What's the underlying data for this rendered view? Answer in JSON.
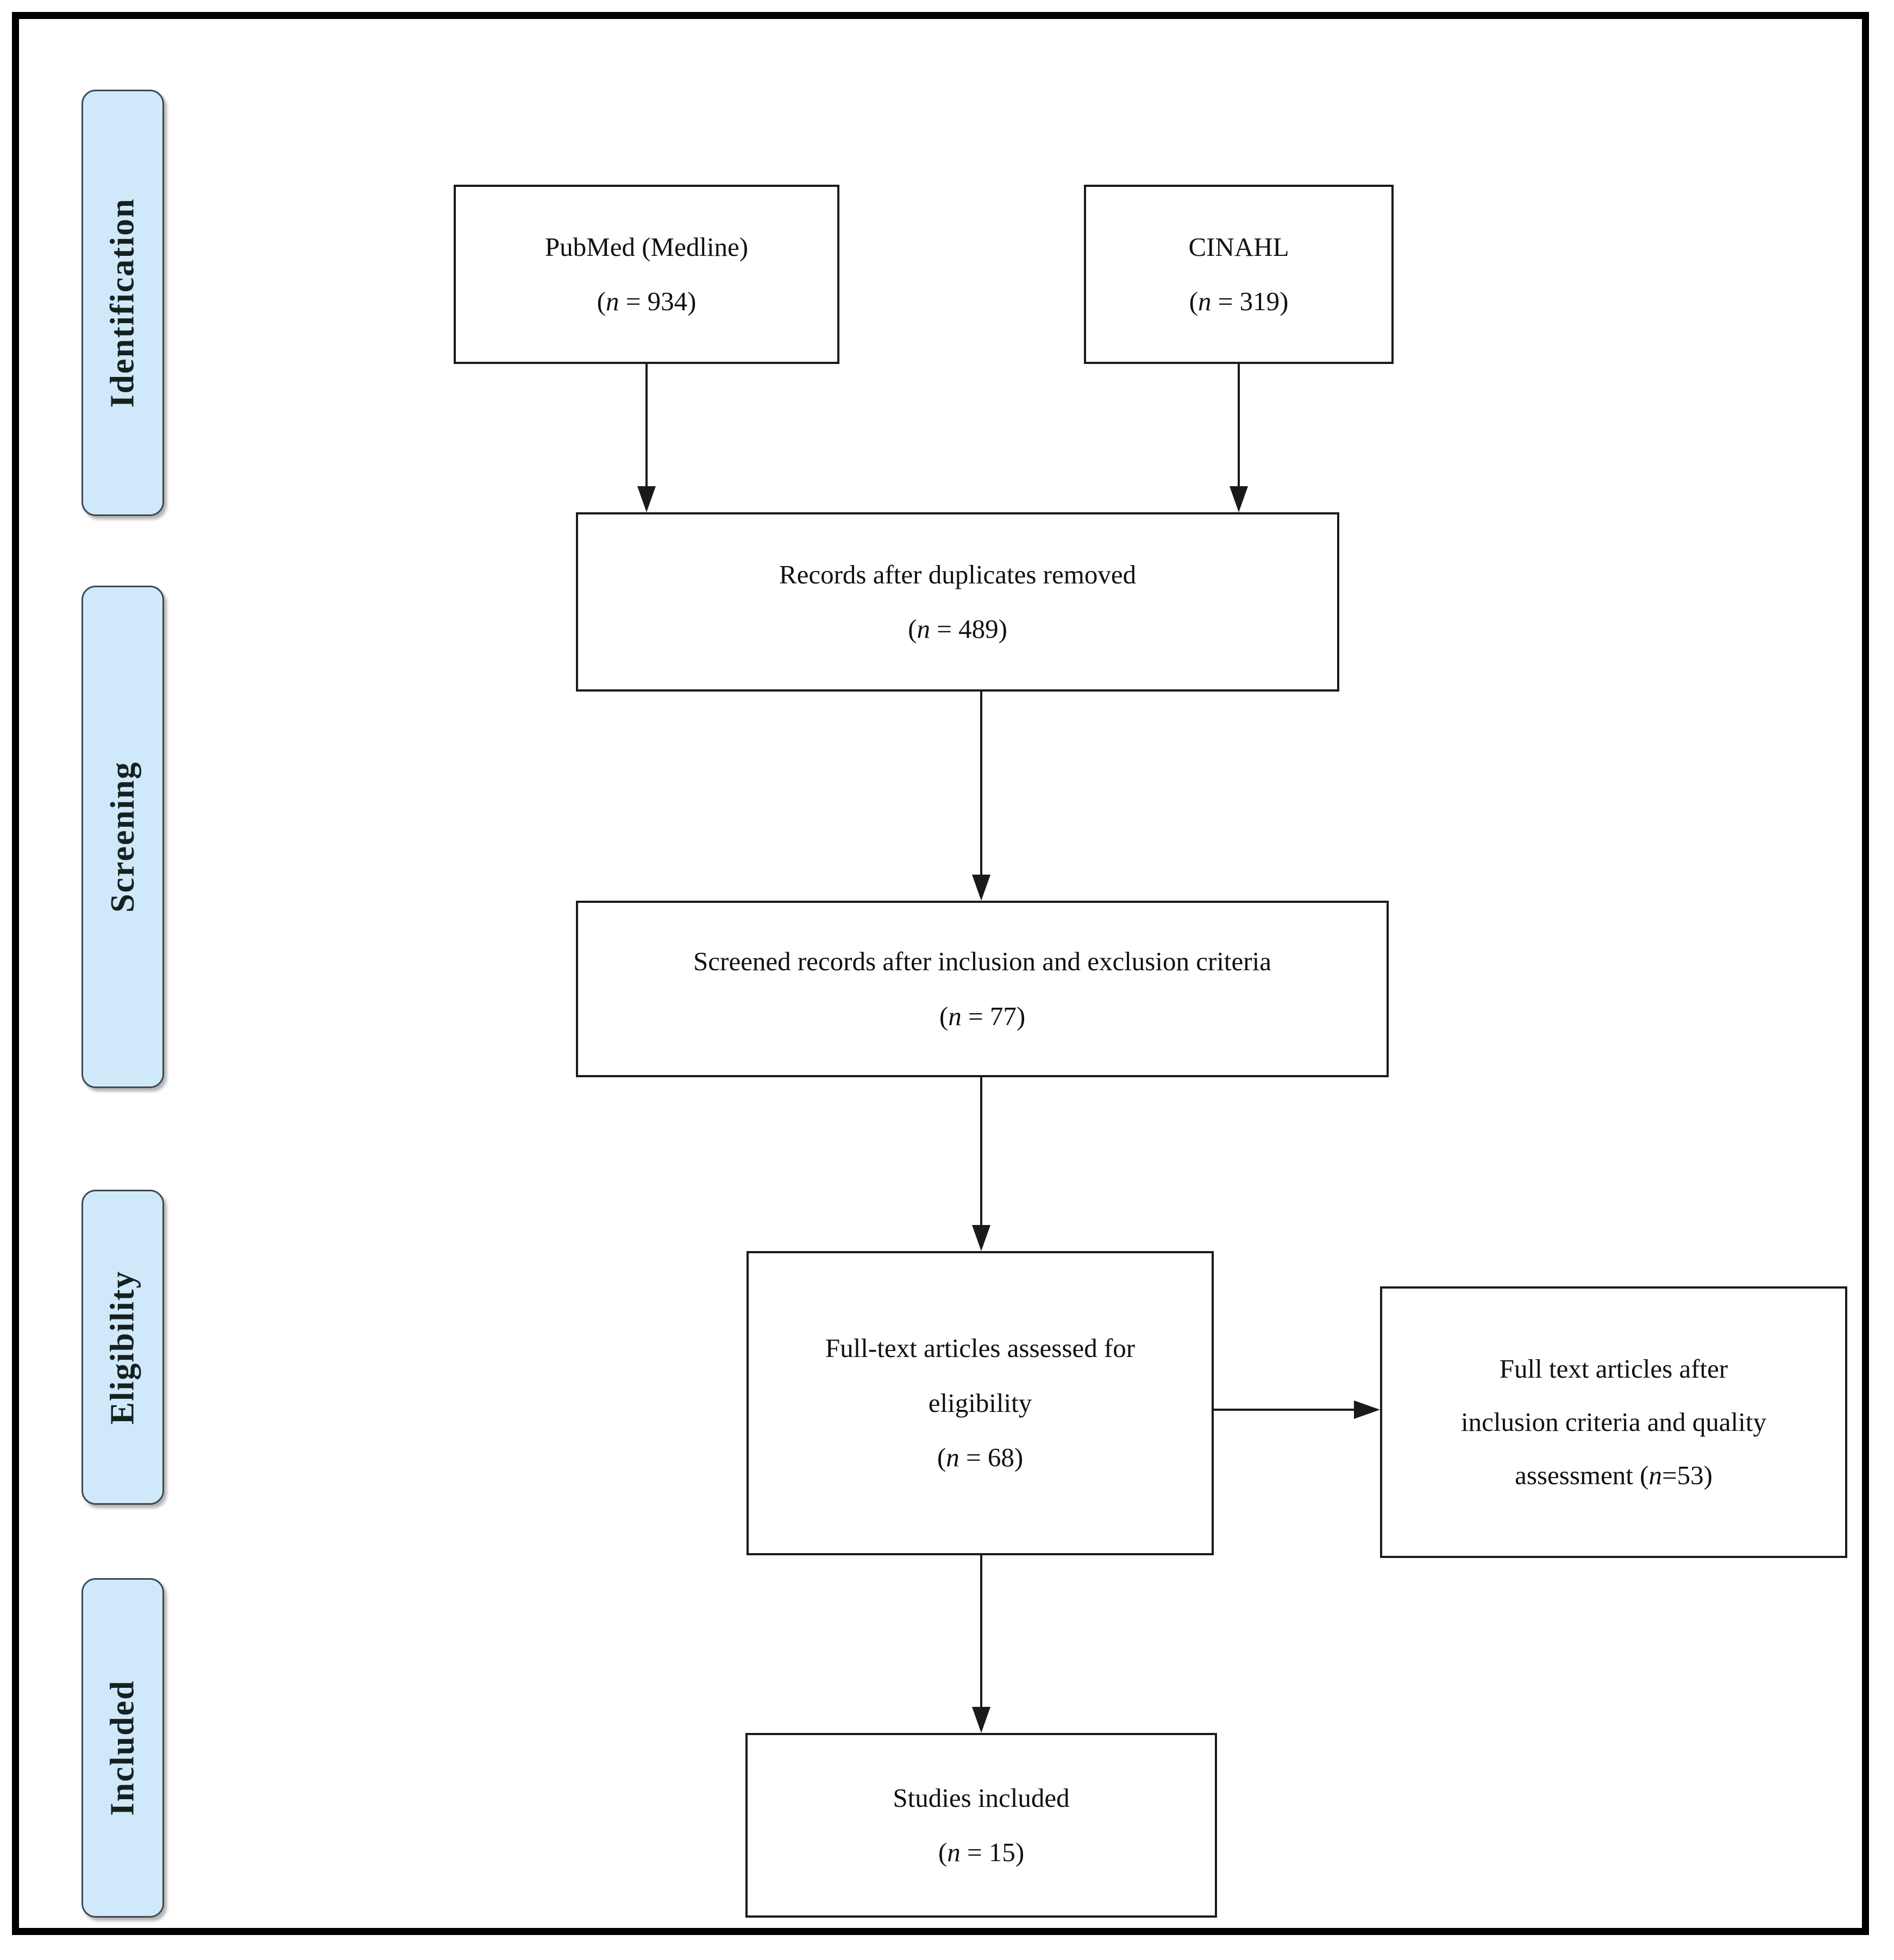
{
  "figure": {
    "type": "prisma-flow-diagram",
    "colors": {
      "stage_fill": "#cfe9fb",
      "stage_border": "#3f4850",
      "box_border": "#1a1a1a",
      "frame": "#000000",
      "text": "#111111"
    }
  },
  "stages": [
    {
      "id": "identification",
      "label": "Identification"
    },
    {
      "id": "screening",
      "label": "Screening"
    },
    {
      "id": "eligibility",
      "label": "Eligibility"
    },
    {
      "id": "included",
      "label": "Included"
    }
  ],
  "boxes": {
    "pubmed": {
      "l1": "PubMed (Medline)",
      "c1": "(",
      "cn": "n",
      "c2": " = 934)",
      "n": 934
    },
    "cinahl": {
      "l1": "CINAHL",
      "c1": "(",
      "cn": "n",
      "c2": " = 319)",
      "n": 319
    },
    "records": {
      "l1": "Records after duplicates removed",
      "c1": "(",
      "cn": "n",
      "c2": " = 489)",
      "n": 489
    },
    "screened": {
      "l1": "Screened records after inclusion and exclusion criteria",
      "c1": "(",
      "cn": "n",
      "c2": " = 77)",
      "n": 77
    },
    "fulltext": {
      "l1": "Full-text articles assessed for",
      "l2": "eligibility",
      "c1": "(",
      "cn": "n",
      "c2": " = 68)",
      "n": 68
    },
    "quality": {
      "l1": "Full text articles after",
      "l2": "inclusion criteria and quality",
      "c1": "assessment (",
      "cn": "n",
      "c2": "=53)",
      "n": 53
    },
    "studies": {
      "l1": "Studies included",
      "c1": "(",
      "cn": "n",
      "c2": " = 15)",
      "n": 15
    }
  }
}
